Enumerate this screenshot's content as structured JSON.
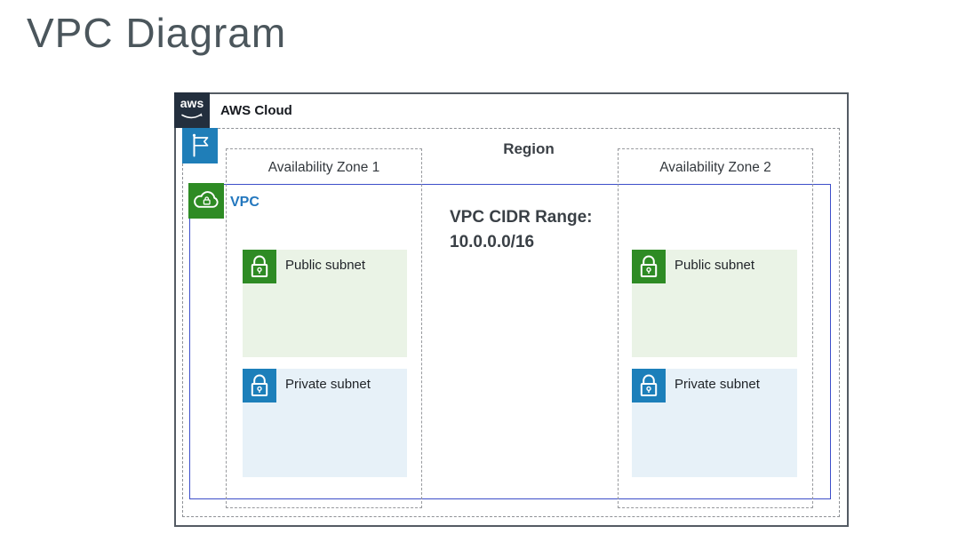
{
  "page": {
    "title": "VPC Diagram"
  },
  "diagram": {
    "aws_cloud": {
      "label": "AWS Cloud",
      "logo_text": "aws"
    },
    "region": {
      "label": "Region"
    },
    "vpc": {
      "label": "VPC",
      "cidr_heading": "VPC CIDR Range:",
      "cidr_value": "10.0.0.0/16"
    },
    "availability_zones": [
      {
        "label": "Availability Zone 1",
        "subnets": [
          {
            "label": "Public subnet",
            "type": "public"
          },
          {
            "label": "Private subnet",
            "type": "private"
          }
        ]
      },
      {
        "label": "Availability Zone 2",
        "subnets": [
          {
            "label": "Public subnet",
            "type": "public"
          },
          {
            "label": "Private subnet",
            "type": "private"
          }
        ]
      }
    ],
    "colors": {
      "aws_navy": "#232F3E",
      "region_blue": "#1F7EB8",
      "vpc_icon_green": "#2E8B24",
      "vpc_border_blue": "#3D4EC9",
      "vpc_label_blue": "#2377BE",
      "public_subnet_icon_green": "#2E8B24",
      "public_subnet_fill": "#EAF3E6",
      "private_subnet_icon_blue": "#1C7FBA",
      "private_subnet_fill": "#E7F1F8",
      "dashed_border_gray": "#97999D",
      "outer_border_gray": "#545B64"
    }
  }
}
